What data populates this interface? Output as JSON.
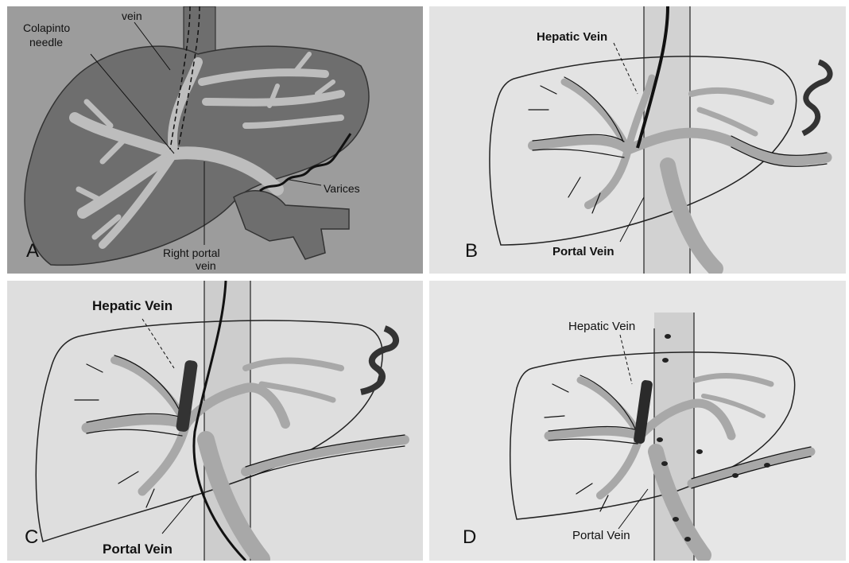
{
  "panels": {
    "a": {
      "letter": "A",
      "labels": {
        "vein": "vein",
        "needle_line1": "Colapinto",
        "needle_line2": "needle",
        "varices": "Varices",
        "portal_line1": "Right portal",
        "portal_line2": "vein"
      }
    },
    "b": {
      "letter": "B",
      "labels": {
        "hepatic": "Hepatic Vein",
        "portal": "Portal Vein"
      }
    },
    "c": {
      "letter": "C",
      "labels": {
        "hepatic": "Hepatic Vein",
        "portal": "Portal Vein"
      }
    },
    "d": {
      "letter": "D",
      "labels": {
        "hepatic": "Hepatic Vein",
        "portal": "Portal Vein"
      }
    }
  },
  "colors": {
    "panel_a_background": "#9c9c9c",
    "liver_dark": "#6e6e6e",
    "vessel_light": "#bdbdbd",
    "sketch_vessel": "#a8a8a8",
    "ink": "#111111"
  }
}
